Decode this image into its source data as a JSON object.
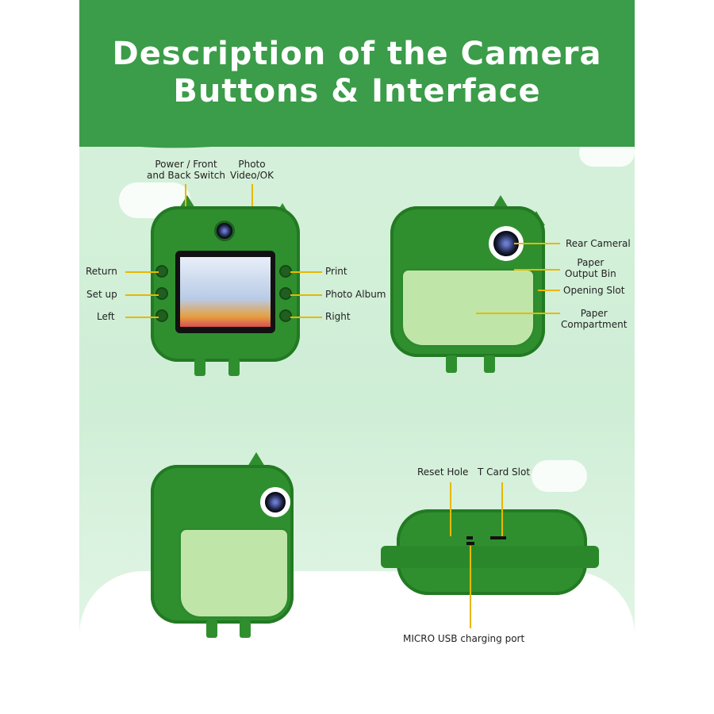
{
  "title": {
    "line1": "Description of the Camera",
    "line2": "Buttons & Interface"
  },
  "front_view": {
    "top_labels": [
      "Power / Front\nand Back Switch",
      "Photo\nVideo/OK"
    ],
    "left_labels": [
      "Return",
      "Set up",
      "Left"
    ],
    "right_labels": [
      "Print",
      "Photo Album",
      "Right"
    ]
  },
  "back_view": {
    "labels": [
      "Rear Cameral",
      "Paper\nOutput Bin",
      "Opening Slot",
      "Paper\nCompartment"
    ]
  },
  "bottom_view": {
    "top_labels": [
      "Reset Hole",
      "T Card Slot"
    ],
    "bottom_label": "MICRO USB charging port"
  },
  "colors": {
    "header": "#3b9c49",
    "body": "#2f8f2f",
    "belly": "#bfe6a8",
    "arrow": "#e8b800"
  }
}
